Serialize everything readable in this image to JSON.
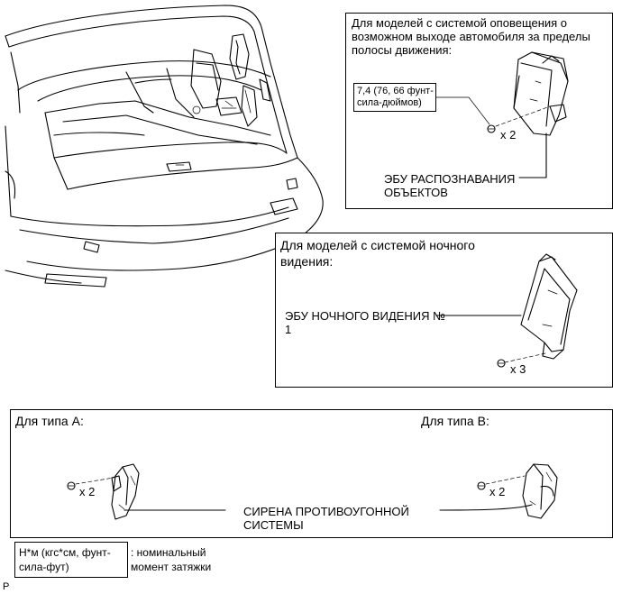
{
  "top_right_box": {
    "title": "Для моделей с системой оповещения о возможном выходе автомобиля за пределы полосы движения:",
    "torque_spec": "7,4 (76, 66 фунт-сила-дюймов)",
    "bolt_count": "x 2",
    "part_label": "ЭБУ РАСПОЗНАВАНИЯ ОБЪЕКТОВ"
  },
  "middle_box": {
    "title": "Для моделей с системой ночного видения:",
    "part_label": "ЭБУ НОЧНОГО ВИДЕНИЯ № 1",
    "bolt_count": "x 3"
  },
  "bottom_box": {
    "type_a_label": "Для типа A:",
    "type_b_label": "Для типа B:",
    "type_a_bolts": "x 2",
    "type_b_bolts": "x 2",
    "part_label": "СИРЕНА ПРОТИВОУГОННОЙ СИСТЕМЫ"
  },
  "legend": {
    "symbol": "Н*м (кгс*см, фунт-сила-фут)",
    "description": ": номинальный момент затяжки"
  },
  "corner_mark": "P",
  "icons": [
    "car-trunk-illustration",
    "object-ecu-icon",
    "night-vision-ecu-icon",
    "siren-a-icon",
    "siren-b-icon",
    "bolt-icon"
  ]
}
